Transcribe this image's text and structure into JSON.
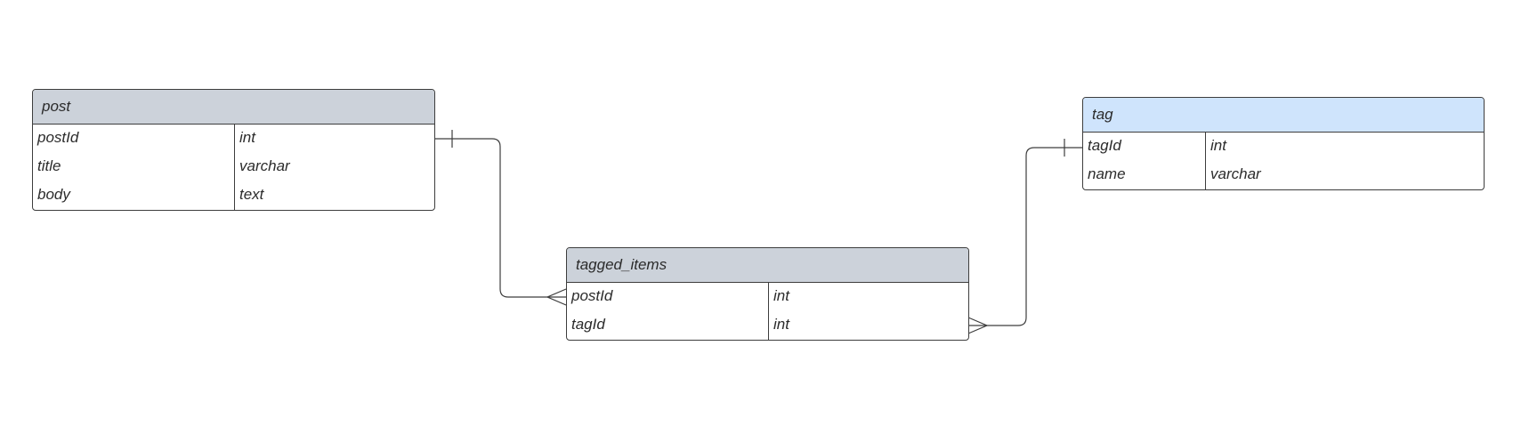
{
  "colors": {
    "header_gray": "#ccd2da",
    "header_blue": "#cfe4fc",
    "line": "#3d3d3d"
  },
  "entities": {
    "post": {
      "name": "post",
      "fields": [
        {
          "name": "postId",
          "type": "int"
        },
        {
          "name": "title",
          "type": "varchar"
        },
        {
          "name": "body",
          "type": "text"
        }
      ]
    },
    "tagged_items": {
      "name": "tagged_items",
      "fields": [
        {
          "name": "postId",
          "type": "int"
        },
        {
          "name": "tagId",
          "type": "int"
        }
      ]
    },
    "tag": {
      "name": "tag",
      "fields": [
        {
          "name": "tagId",
          "type": "int"
        },
        {
          "name": "name",
          "type": "varchar"
        }
      ]
    }
  },
  "relationships": [
    {
      "from": "post.postId",
      "from_cardinality": "one",
      "to": "tagged_items.postId",
      "to_cardinality": "many"
    },
    {
      "from": "tag.tagId",
      "from_cardinality": "one",
      "to": "tagged_items.tagId",
      "to_cardinality": "many"
    }
  ]
}
